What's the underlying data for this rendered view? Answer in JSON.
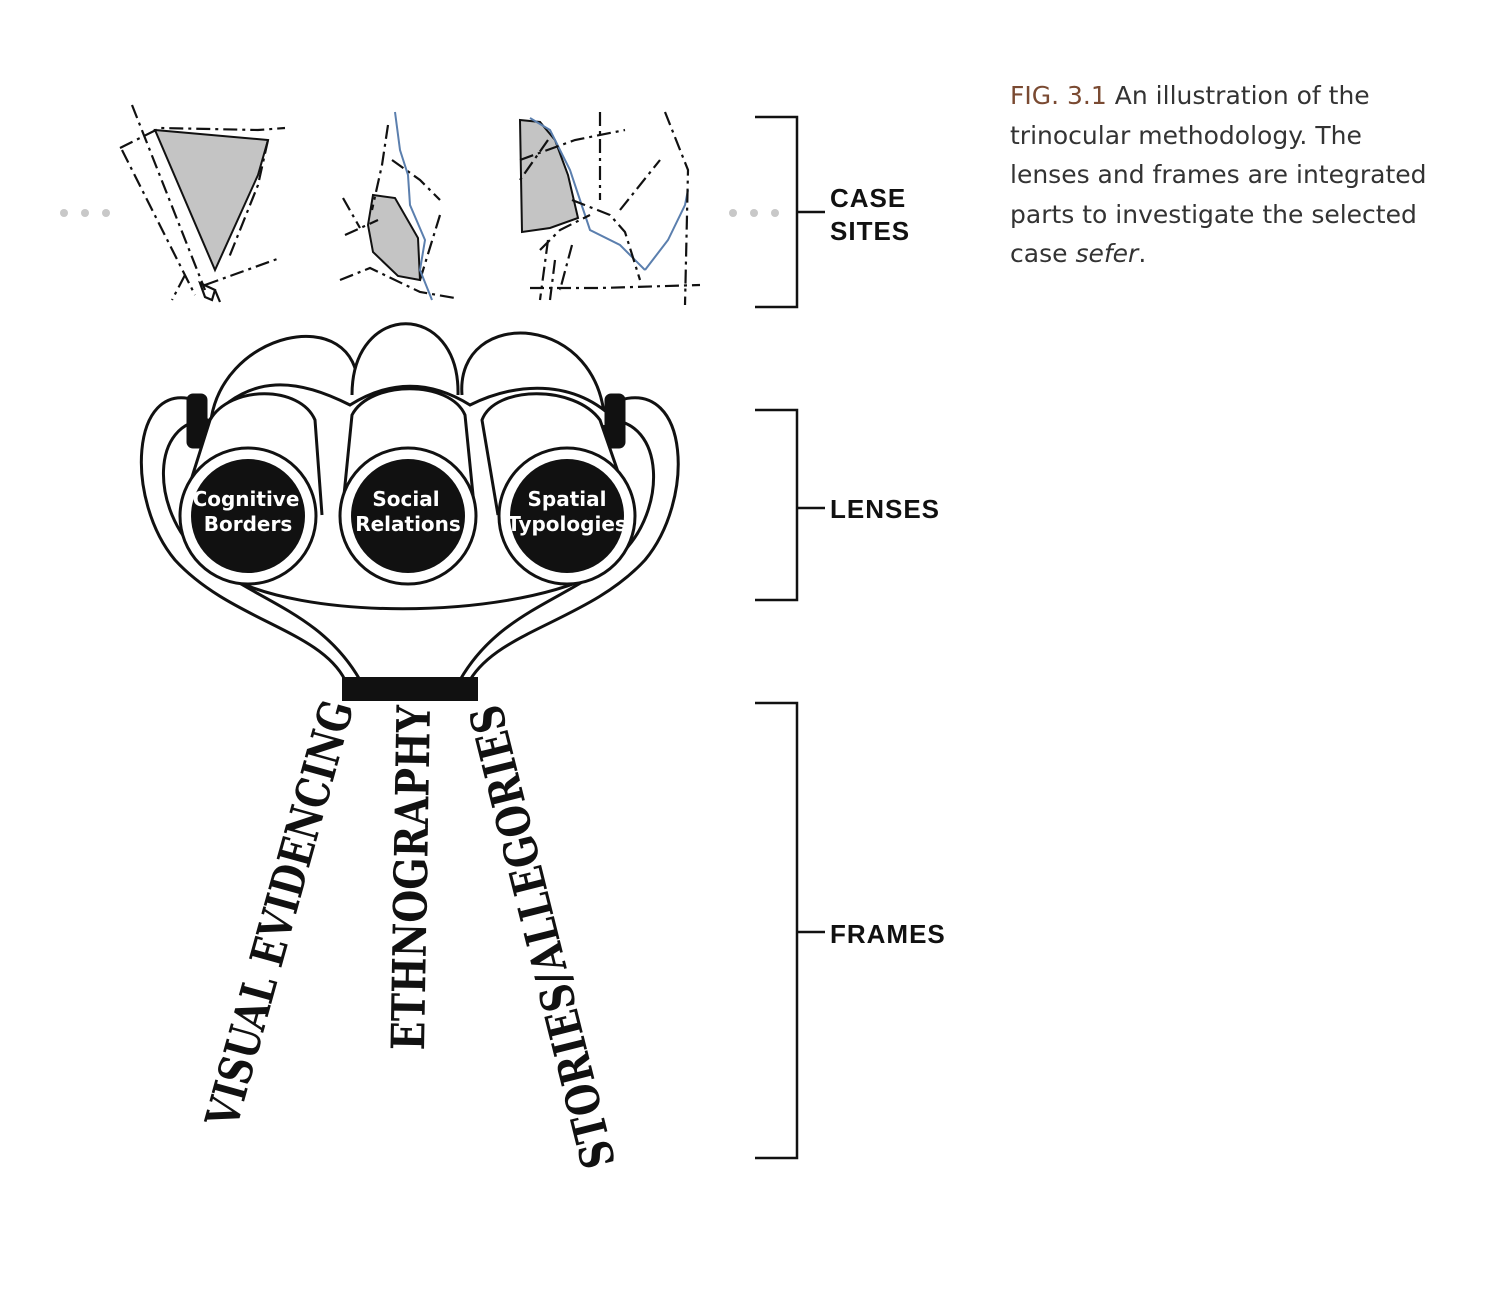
{
  "caption": {
    "fig_label": "FIG. 3.1",
    "text_before": "An illustration of the trinocular methodology. The lenses and frames are integrated parts to investigate the selected case",
    "text_italic": "sefer",
    "text_after": "."
  },
  "brackets": {
    "case_sites": [
      "CASE",
      "SITES"
    ],
    "lenses": "LENSES",
    "frames": "FRAMES"
  },
  "lenses": [
    {
      "lines": [
        "Cognitive",
        "Borders"
      ]
    },
    {
      "lines": [
        "Social",
        "Relations"
      ]
    },
    {
      "lines": [
        "Spatial",
        "Typologies"
      ]
    }
  ],
  "frames": [
    "VISUAL EVIDENCING",
    "ETHNOGRAPHY",
    "STORIES/ALLEGORIES"
  ],
  "colors": {
    "site_fill": "#c4c4c4",
    "river": "#5b7fae",
    "ink": "#111111",
    "dots": "#c8c8c8",
    "fig_label": "#7a4a32"
  }
}
